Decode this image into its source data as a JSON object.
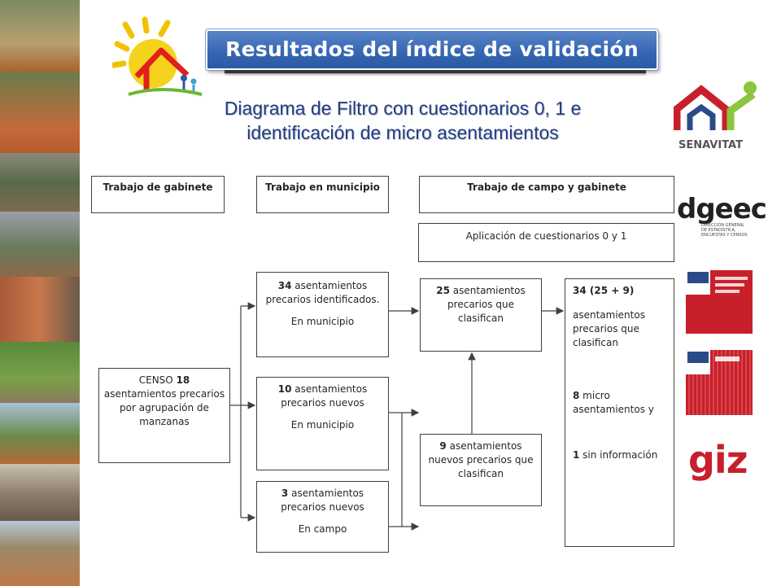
{
  "title": "Resultados del índice de validación",
  "subtitle": [
    "Diagrama de Filtro con cuestionarios 0, 1 e",
    "identificación de micro asentamientos"
  ],
  "headers": {
    "gabinete": "Trabajo de gabinete",
    "municipio": "Trabajo en municipio",
    "campo": "Trabajo de campo y gabinete"
  },
  "aplicacion": "Aplicación de cuestionarios 0 y 1",
  "censo": {
    "prefix": "CENSO ",
    "num": "18",
    "rest": "asentamientos precarios por agrupación de manzanas"
  },
  "box34": {
    "num": "34",
    "text": " asentamientos precarios identificados.",
    "place": "En municipio"
  },
  "box10": {
    "num": "10",
    "text": " asentamientos precarios nuevos",
    "place": "En municipio"
  },
  "box3": {
    "num": "3",
    "text": " asentamientos precarios nuevos",
    "place": "En campo"
  },
  "box25": {
    "num": "25",
    "text": " asentamientos precarios que clasifican"
  },
  "box9": {
    "num": "9",
    "text": " asentamientos nuevos precarios que clasifican"
  },
  "result": {
    "head": "34 (25 + 9)",
    "line1": "asentamientos precarios que clasifican",
    "num8": "8",
    "line2": " micro asentamientos y",
    "num1": "1",
    "line3": " sin información"
  },
  "logos": {
    "senavitat": "SENAVITAT",
    "dgeec": "dgeec",
    "dgeec_sub": "DIRECCIÓN GENERAL DE ESTADÍSTICA, ENCUESTAS Y CENSOS",
    "giz": "giz"
  }
}
